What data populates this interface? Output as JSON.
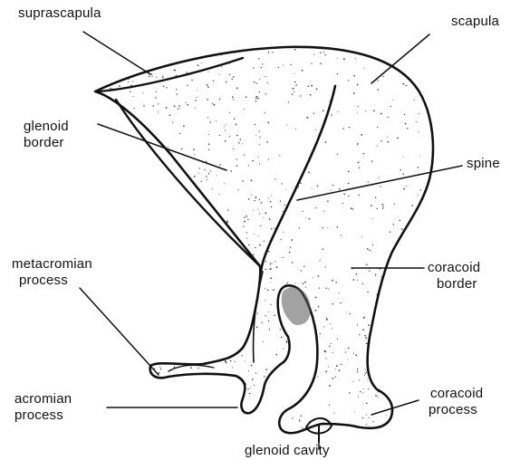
{
  "figure": {
    "labels": {
      "suprascapula": "suprascapula",
      "scapula": "scapula",
      "glenoid_border": [
        "glenoid",
        "border"
      ],
      "spine": "spine",
      "metacromian_process": [
        "metacromian",
        "process"
      ],
      "coracoid_border": [
        "coracoid",
        "border"
      ],
      "acromian_process": [
        "acromian",
        "process"
      ],
      "coracoid_process": [
        "coracoid",
        "process"
      ],
      "glenoid_cavity": "glenoid cavity"
    },
    "colors": {
      "ink": "#111111",
      "stipple": "#3a3a3a",
      "background": "#ffffff"
    }
  }
}
